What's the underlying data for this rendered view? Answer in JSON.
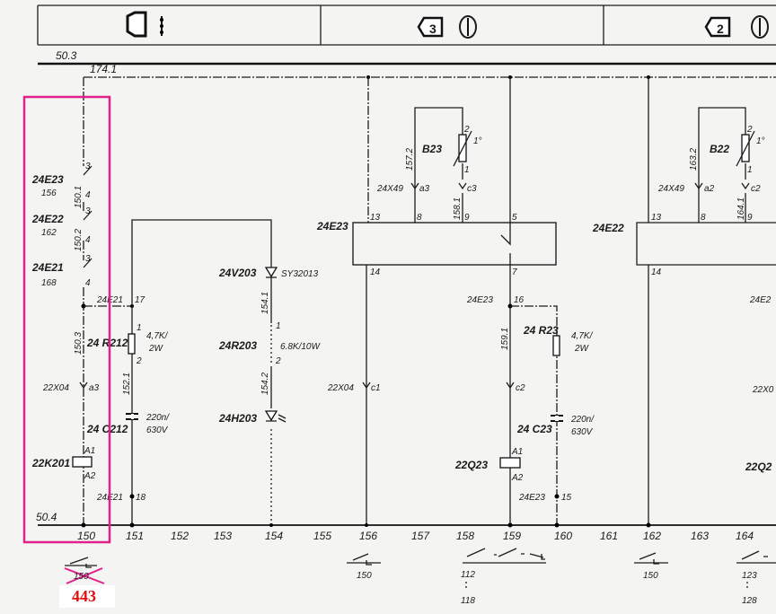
{
  "header": {
    "sections": [
      {
        "icon": "cab-icon-lamp",
        "number": ""
      },
      {
        "icon": "cab-icon-lamp-arrows",
        "number": "3"
      },
      {
        "icon": "cab-icon-lamp-arrows",
        "number": "2"
      }
    ]
  },
  "buses": {
    "top_ref": "50.3",
    "top_wire": "174.1",
    "bottom_ref": "50.4"
  },
  "columns": [
    "150",
    "151",
    "152",
    "153",
    "154",
    "155",
    "156",
    "157",
    "158",
    "159",
    "160",
    "161",
    "162",
    "163",
    "164"
  ],
  "left_column": {
    "contacts": [
      {
        "device": "24E23",
        "ref": "156",
        "pin_top": "3",
        "pin_bottom": "4"
      },
      {
        "device": "24E22",
        "ref": "162",
        "pin_top": "3",
        "pin_bottom": "4"
      },
      {
        "device": "24E21",
        "ref": "168",
        "pin_top": "3",
        "pin_bottom": "4"
      }
    ],
    "wires": [
      "150.1",
      "150.2",
      "150.3"
    ],
    "junction_device": "24E21",
    "junction_pin": "17",
    "connector": "22X04",
    "connector_pin": "a3",
    "relay": "22K201",
    "relay_a1": "A1",
    "relay_a2": "A2",
    "bottom_device": "24E21",
    "bottom_pin": "18"
  },
  "col151": {
    "resistor": "24 R212",
    "resistor_value": "4,7K/",
    "resistor_power": "2W",
    "pin1": "1",
    "pin2": "2",
    "wire": "152.1",
    "capacitor": "24 C212",
    "cap_value": "220n/",
    "cap_voltage": "630V"
  },
  "col154": {
    "diode": "24V203",
    "diode_type": "SY32013",
    "wire1": "154.1",
    "resistor": "24R203",
    "resistor_value": "6.8K/10W",
    "pin1": "1",
    "pin2": "2",
    "wire2": "154.2",
    "lamp": "24H203"
  },
  "unit23": {
    "device": "24E23",
    "sensor": "B23",
    "sensor_temp": "1°",
    "sensor_pin1": "1",
    "sensor_pin2": "2",
    "wire_a": "157.2",
    "wire_b": "158.1",
    "connector": "24X49",
    "pin_a": "a3",
    "pin_c": "c3",
    "pins_top": [
      "13",
      "8",
      "9",
      "5"
    ],
    "pins_bottom": [
      "14",
      "7"
    ],
    "col156_connector": "22X04",
    "col156_pin": "c1",
    "junction_device": "24E23",
    "junction_pin": "16",
    "wire_c": "159.1",
    "pin_c2": "c2",
    "resistor": "24 R23",
    "resistor_value": "4,7K/",
    "resistor_power": "2W",
    "capacitor": "24 C23",
    "cap_value": "220n/",
    "cap_voltage": "630V",
    "relay": "22Q23",
    "relay_a1": "A1",
    "relay_a2": "A2",
    "bottom_device": "24E23",
    "bottom_pin": "15"
  },
  "unit22": {
    "device": "24E22",
    "sensor": "B22",
    "sensor_temp": "1°",
    "sensor_pin1": "1",
    "sensor_pin2": "2",
    "wire_a": "163.2",
    "wire_b": "164.1",
    "connector": "24X49",
    "pin_a": "a2",
    "pin_c": "c2",
    "pins_top": [
      "13",
      "8",
      "9"
    ],
    "pins_bottom": [
      "14"
    ],
    "partial_labels": [
      "24E2",
      "22X0",
      "22Q2"
    ]
  },
  "cross_refs": {
    "col150_old": "150",
    "col150_new": "443",
    "col156": "150",
    "col159_from": "112",
    "col159_to": "118",
    "col162": "150",
    "col164_from": "123",
    "col164_to": "128"
  },
  "colors": {
    "highlight": "#e0208c",
    "correction": "#e01010"
  }
}
